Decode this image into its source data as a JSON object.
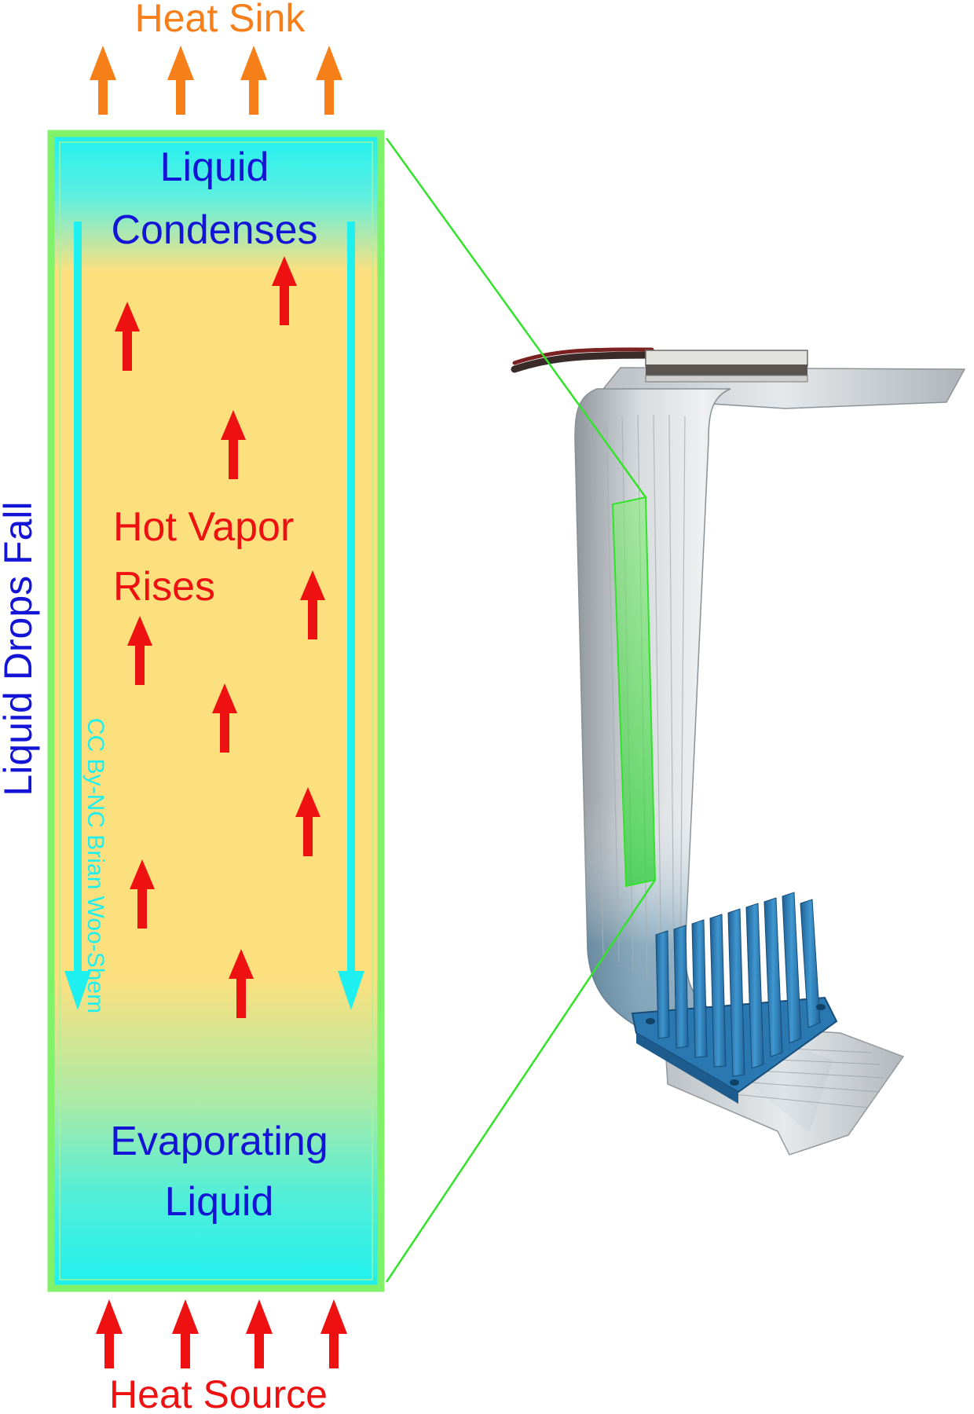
{
  "labels": {
    "heat_sink": "Heat Sink",
    "heat_source": "Heat Source",
    "liquid_condenses_line1": "Liquid",
    "liquid_condenses_line2": "Condenses",
    "hot_vapor_line1": "Hot Vapor",
    "hot_vapor_line2": "Rises",
    "evaporating_line1": "Evaporating",
    "evaporating_line2": "Liquid",
    "liquid_drops_fall": "Liquid Drops Fall",
    "credit": "CC By-NC Brian Woo-Shem"
  },
  "colors": {
    "heat_sink_orange": "#f77f1a",
    "heat_red": "#ee1111",
    "label_blue": "#1414d6",
    "cyan": "#1ef0ef",
    "vapor_yellow": "#fde07e",
    "frame_green": "#7ff26a",
    "callout_green": "#33e22a",
    "heatsink_blue": "#2e7fb8",
    "pipe_silver": "#c9cdd1"
  },
  "icons": {
    "up_arrow": "up-arrow-icon",
    "down_arrow": "down-arrow-icon"
  }
}
